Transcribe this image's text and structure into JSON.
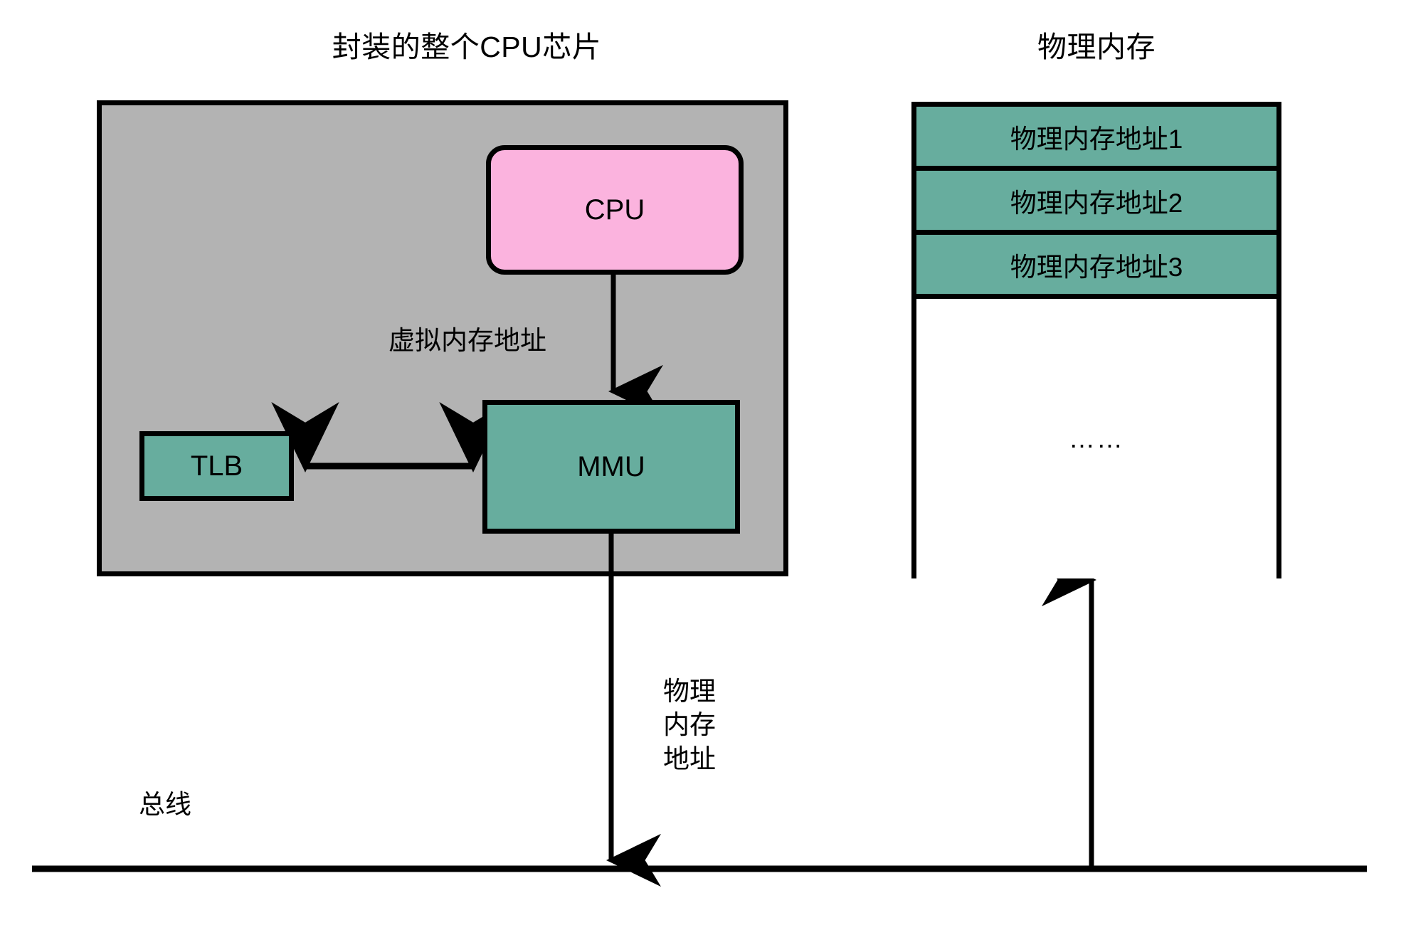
{
  "diagram": {
    "titles": {
      "cpu_chip": "封装的整个CPU芯片",
      "physical_memory": "物理内存"
    },
    "blocks": {
      "cpu": "CPU",
      "mmu": "MMU",
      "tlb": "TLB"
    },
    "edge_labels": {
      "virtual_address": "虚拟内存地址",
      "physical_address_line1": "物理",
      "physical_address_line2": "内存",
      "physical_address_line3": "地址",
      "bus": "总线"
    },
    "memory_rows": [
      "物理内存地址1",
      "物理内存地址2",
      "物理内存地址3"
    ],
    "memory_ellipsis": "……",
    "colors": {
      "chip_fill": "#b3b3b3",
      "cpu_fill": "#fbb3de",
      "unit_fill": "#67ad9e",
      "stroke": "#000000",
      "page_background": "#ffffff"
    }
  }
}
